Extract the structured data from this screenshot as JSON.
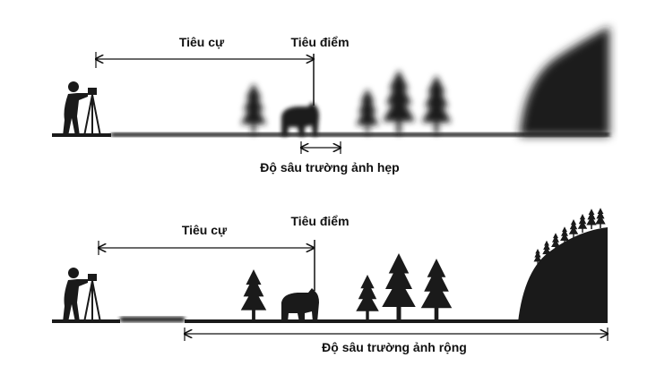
{
  "top_panel": {
    "focal_length_label": "Tiêu cự",
    "focal_point_label": "Tiêu điểm",
    "depth_label": "Độ sâu trường ảnh hẹp"
  },
  "bottom_panel": {
    "focal_length_label": "Tiêu cự",
    "focal_point_label": "Tiêu điểm",
    "depth_label": "Độ sâu trường ảnh rộng"
  },
  "colors": {
    "silhouette": "#1a1a1a",
    "background": "#ffffff"
  }
}
